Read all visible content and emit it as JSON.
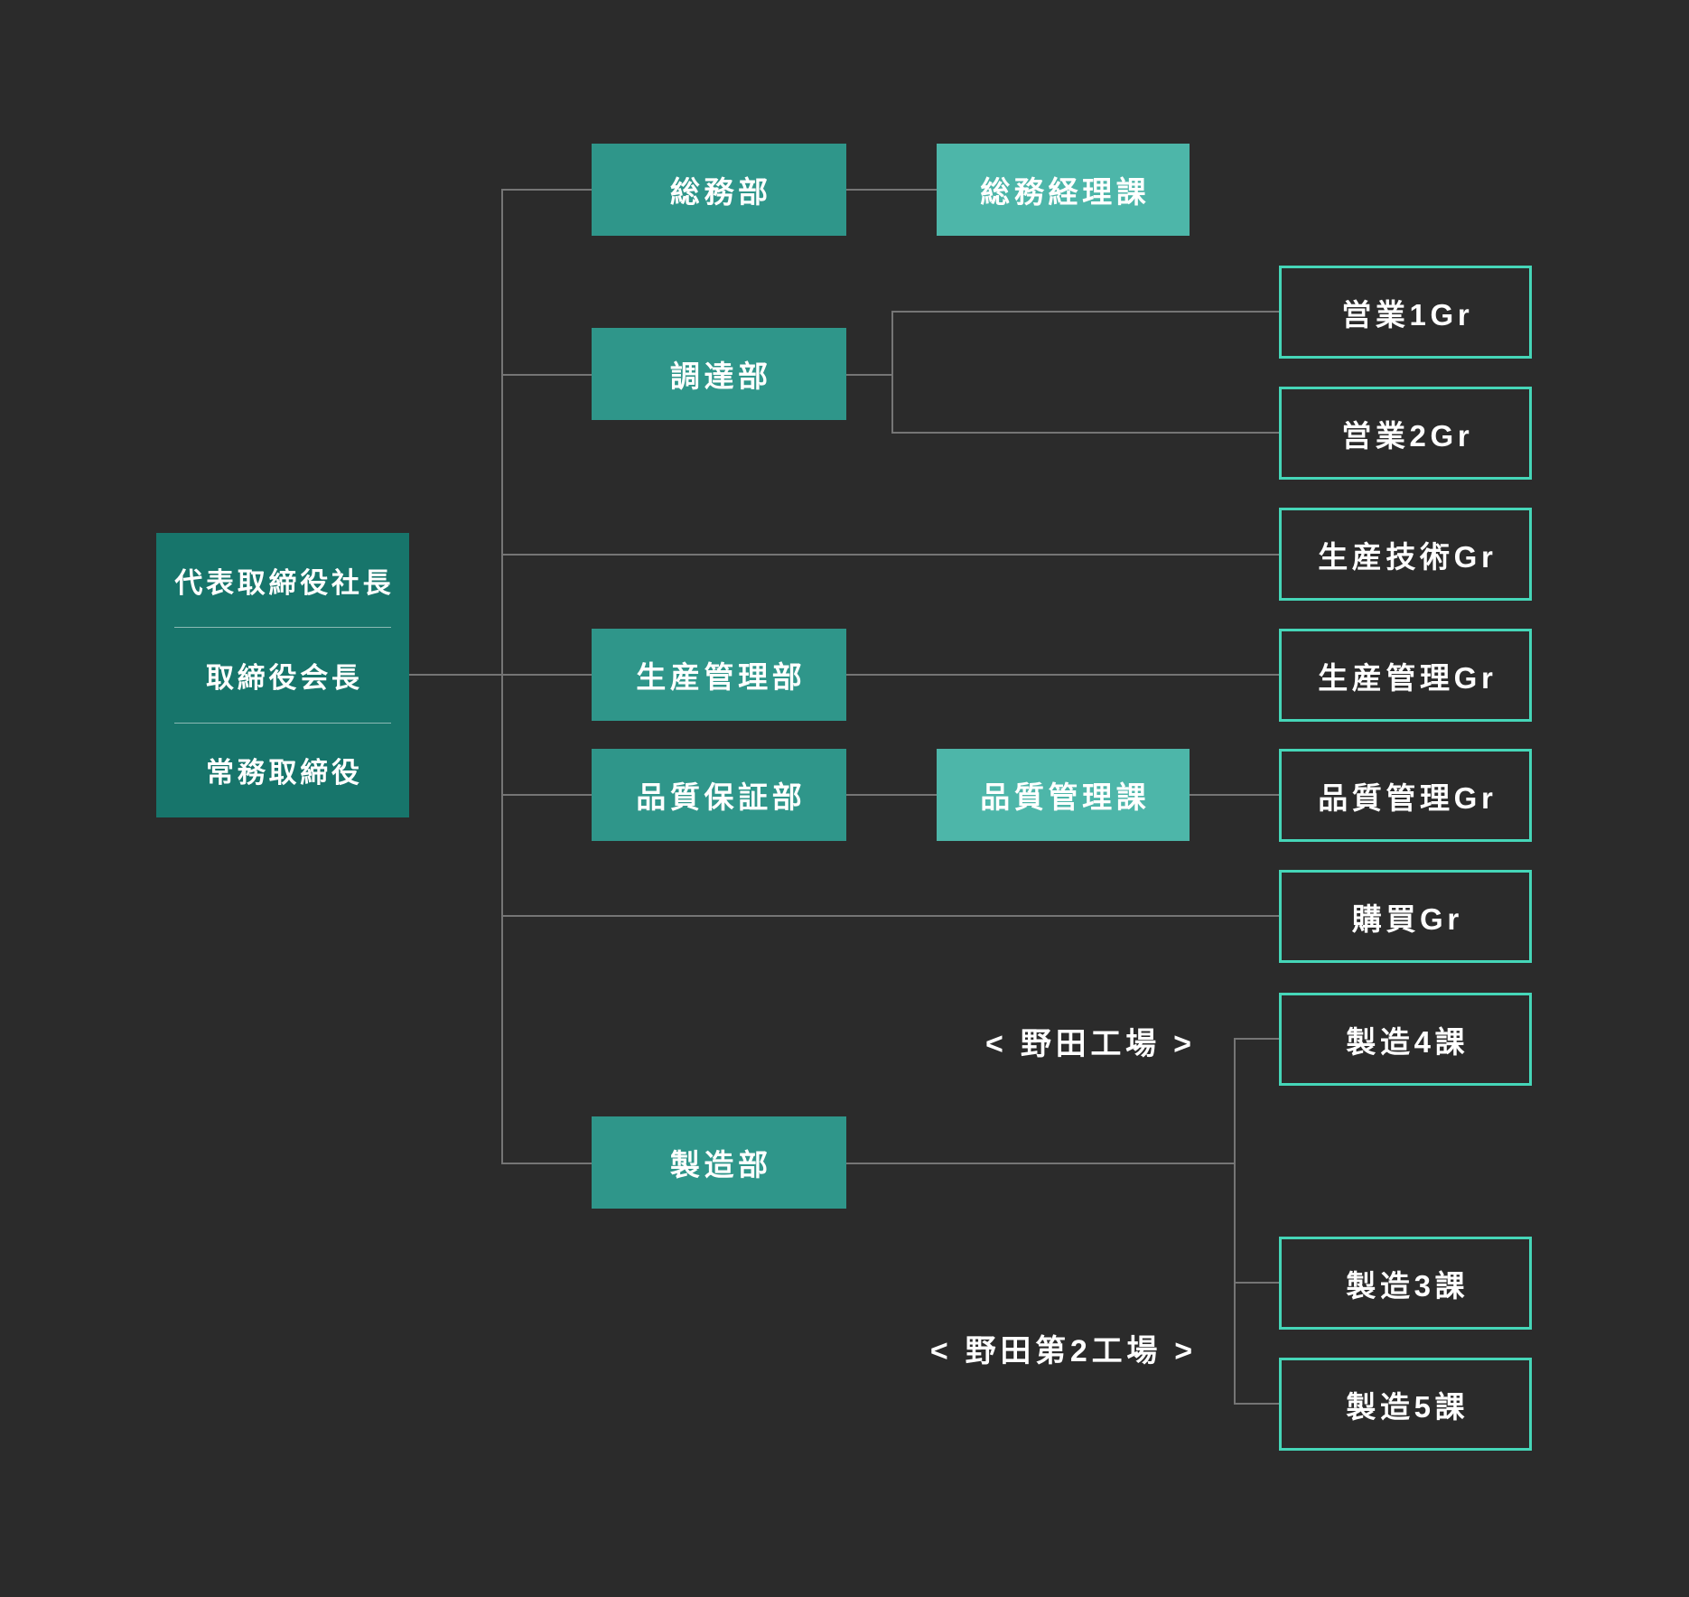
{
  "colors": {
    "background": "#2b2b2b",
    "exec_fill": "#17756b",
    "dept_fill": "#2f968a",
    "section_fill": "#4db6a9",
    "group_border": "#45d6b8",
    "connector": "#757575",
    "text": "#ffffff"
  },
  "org": {
    "executive": {
      "titles": [
        "代表取締役社長",
        "取締役会長",
        "常務取締役"
      ]
    },
    "departments": [
      {
        "label": "総務部",
        "sections": [
          "総務経理課"
        ]
      },
      {
        "label": "調達部",
        "groups": [
          "営業1Gr",
          "営業2Gr"
        ]
      },
      {
        "label": "生産管理部",
        "groups": [
          "生産管理Gr"
        ]
      },
      {
        "label": "品質保証部",
        "sections": [
          "品質管理課"
        ],
        "groups": [
          "品質管理Gr"
        ]
      },
      {
        "label": "製造部",
        "groups": [
          "製造4課",
          "製造3課",
          "製造5課"
        ]
      }
    ],
    "direct_groups": [
      "生産技術Gr",
      "購買Gr"
    ],
    "factory_labels": [
      "< 野田工場 >",
      "< 野田第2工場 >"
    ]
  }
}
